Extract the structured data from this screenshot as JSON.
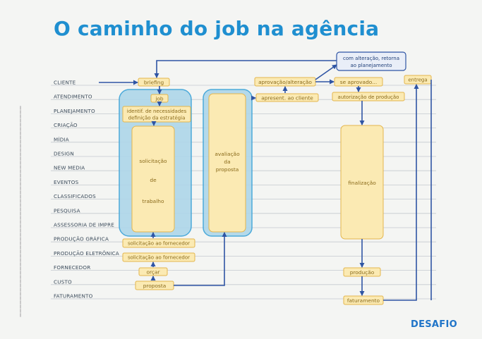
{
  "title": "O caminho do job na agência",
  "logo": "DESAFIO",
  "rows": [
    "CLIENTE",
    "ATENDIMENTO",
    "PLANEJAMENTO",
    "CRIAÇÃO",
    "MÍDIA",
    "DESIGN",
    "NEW MEDIA",
    "EVENTOS",
    "CLASSIFICADOS",
    "PESQUISA",
    "ASSESSORIA DE IMPRE",
    "PRODUÇÃO GRÁFICA",
    "PRODUÇÃO ELETRÔNICA",
    "FORNECEDOR",
    "CUSTO",
    "FATURAMENTO"
  ],
  "boxes": {
    "briefing": "briefing",
    "job": "job",
    "identif_line1": "identif. de necessidades",
    "identif_line2": "definição da estratégia",
    "solicitacao_line1": "solicitação",
    "solicitacao_line2": "de",
    "solicitacao_line3": "trabalho",
    "sol_fornecedor_1": "solicitação ao fornecedor",
    "sol_fornecedor_2": "solicitação ao fornecedor",
    "orcar": "orçar",
    "proposta": "proposta",
    "avaliacao_line1": "avaliação",
    "avaliacao_line2": "da",
    "avaliacao_line3": "proposta",
    "aprovacao": "aprovação/alteração",
    "apresent": "apresent. ao cliente",
    "se_aprovado": "se aprovado...",
    "autorizacao": "autorização de produção",
    "entrega": "entrega",
    "finalizacao": "finalização",
    "producao": "produção",
    "faturamento": "faturamento",
    "note_line1": "com alteração, retorna",
    "note_line2": "ao planejamento"
  },
  "colors": {
    "title": "#1f8fd0",
    "logo": "#1f74c8",
    "box_fill": "#fbeab3",
    "box_stroke": "#e3b54c",
    "container_fill": "#aed6ea",
    "container_stroke": "#3aa2d8",
    "arrow": "#2f55a4",
    "note_fill": "#e9eef8",
    "note_stroke": "#2f55a4"
  }
}
